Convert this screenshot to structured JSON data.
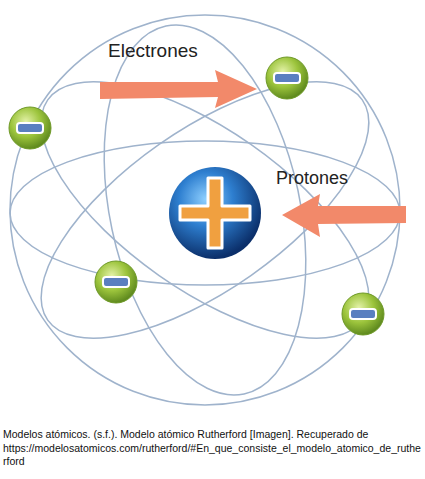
{
  "diagram": {
    "caption": "Modelos atómicos. (s.f.). Modelo atómico Rutherford [Imagen]. Recuperado de https://modelosatomicos.com/rutherford/#En_que_consiste_el_modelo_atomico_de_rutherford",
    "labels": [
      "Electrones",
      "Protones"
    ]
  }
}
